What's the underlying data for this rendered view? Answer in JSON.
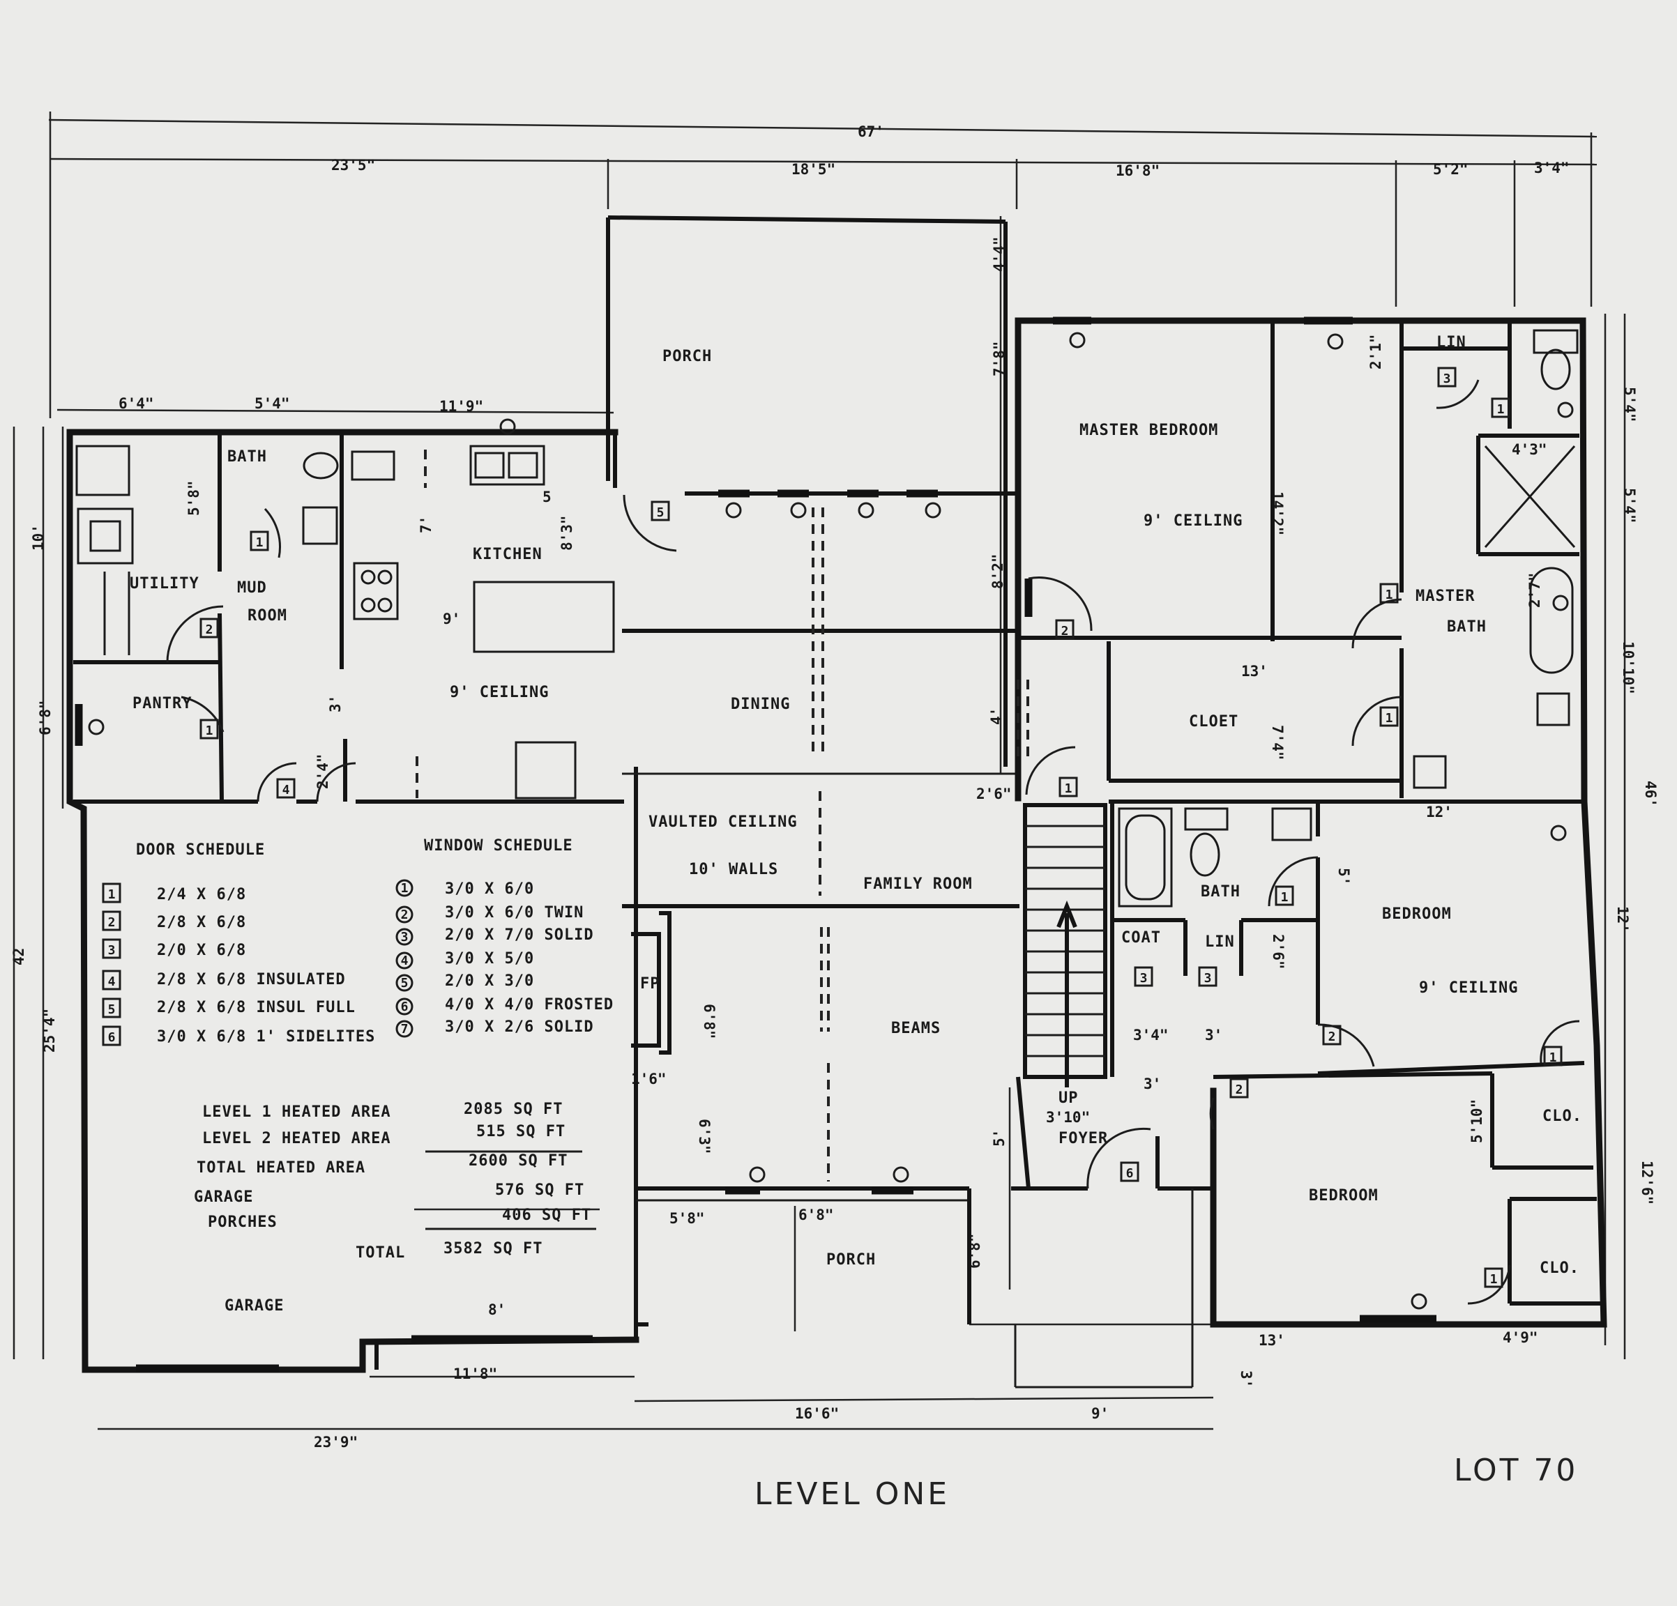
{
  "title": "LEVEL ONE",
  "lot": "LOT 70",
  "rooms": {
    "porch_rear": "PORCH",
    "master_bedroom": "MASTER BEDROOM",
    "master_ceiling": "9' CEILING",
    "lin_top": "LIN",
    "master_bath_1": "MASTER",
    "master_bath_2": "BATH",
    "bath_left": "BATH",
    "utility": "UTILITY",
    "mud_1": "MUD",
    "mud_2": "ROOM",
    "kitchen": "KITCHEN",
    "kitchen_ceiling": "9' CEILING",
    "pantry": "PANTRY",
    "dining": "DINING",
    "cloet": "CLOET",
    "vaulted": "VAULTED CEILING",
    "walls10": "10' WALLS",
    "family": "FAMILY ROOM",
    "fp": "FP",
    "beams": "BEAMS",
    "bath_mid": "BATH",
    "coat": "COAT",
    "lin_mid": "LIN",
    "bedroom1": "BEDROOM",
    "bedroom1_ceiling": "9' CEILING",
    "up": "UP",
    "foyer": "FOYER",
    "clo1": "CLO.",
    "clo2": "CLO.",
    "bedroom2": "BEDROOM",
    "porch_front": "PORCH",
    "garage": "GARAGE"
  },
  "door_schedule": {
    "title": "DOOR SCHEDULE",
    "items": [
      {
        "num": "1",
        "spec": "2/4 X 6/8"
      },
      {
        "num": "2",
        "spec": "2/8 X 6/8"
      },
      {
        "num": "3",
        "spec": "2/0 X 6/8"
      },
      {
        "num": "4",
        "spec": "2/8 X 6/8 INSULATED"
      },
      {
        "num": "5",
        "spec": "2/8 X 6/8 INSUL FULL"
      },
      {
        "num": "6",
        "spec": "3/0 X 6/8 1' SIDELITES"
      }
    ]
  },
  "window_schedule": {
    "title": "WINDOW SCHEDULE",
    "items": [
      {
        "num": "1",
        "spec": "3/0 X 6/0"
      },
      {
        "num": "2",
        "spec": "3/0 X 6/0 TWIN"
      },
      {
        "num": "3",
        "spec": "2/0 X 7/0 SOLID"
      },
      {
        "num": "4",
        "spec": "3/0 X 5/0"
      },
      {
        "num": "5",
        "spec": "2/0 X 3/0"
      },
      {
        "num": "6",
        "spec": "4/0 X 4/0 FROSTED"
      },
      {
        "num": "7",
        "spec": "3/0 X 2/6 SOLID"
      }
    ]
  },
  "areas": [
    {
      "label": "LEVEL 1 HEATED AREA",
      "value": "2085 SQ FT"
    },
    {
      "label": "LEVEL 2 HEATED AREA",
      "value": "515 SQ FT"
    },
    {
      "label": "TOTAL HEATED AREA",
      "value": "2600 SQ FT"
    },
    {
      "label": "GARAGE",
      "value": "576 SQ FT"
    },
    {
      "label": "PORCHES",
      "value": "406 SQ FT"
    },
    {
      "label": "TOTAL",
      "value": "3582 SQ FT"
    }
  ],
  "dims": {
    "overall": "67'",
    "top_a": "23'5\"",
    "top_b": "18'5\"",
    "top_c": "16'8\"",
    "top_d": "5'2\"",
    "top_e": "3'4\"",
    "t_utility": "6'4\"",
    "t_bath": "5'4\"",
    "t_kitchen": "11'9\"",
    "porch_h": "4'4\"",
    "porch_h2": "7'8\"",
    "lin_h": "2'1\"",
    "r1": "5'4\"",
    "r2": "5'4\"",
    "r3": "10'10\"",
    "r4": "46'",
    "r5": "12'",
    "r6": "12'6\"",
    "l_10": "10'",
    "l_68": "6'8\"",
    "l_42": "42",
    "l_254": "25'4\"",
    "bath_58": "5'8\"",
    "k_7": "7'",
    "k_5": "5",
    "k_83": "8'3\"",
    "k_9": "9'",
    "k_3": "3'",
    "k_24": "2'4\"",
    "din_82": "8'2\"",
    "din_4": "4'",
    "mb_142": "14'2\"",
    "shower_43": "4'3\"",
    "tub_27": "2'7\"",
    "clo_13": "13'",
    "clo_74": "7'4\"",
    "s_26": "2'6\"",
    "bed_12": "12'",
    "bed_5": "5'",
    "coat_26": "2'6\"",
    "coat_34": "3'4\"",
    "coat_3": "3'",
    "fp_68": "6'8\"",
    "fp_16": "1'6\"",
    "fr_63": "6'3\"",
    "foy_5": "5'",
    "foy_3": "3'",
    "foy_310": "3'10\"",
    "clo_510": "5'10\"",
    "bed2_13": "13'",
    "bed2_49": "4'9\"",
    "b_3": "3'",
    "fp_58": "5'8\"",
    "fp_68b": "6'8\"",
    "fp_68v": "6'8\"",
    "g_8": "8'",
    "g_118": "11'8\"",
    "bot_a": "23'9\"",
    "bot_b": "16'6\"",
    "bot_c": "9'"
  }
}
